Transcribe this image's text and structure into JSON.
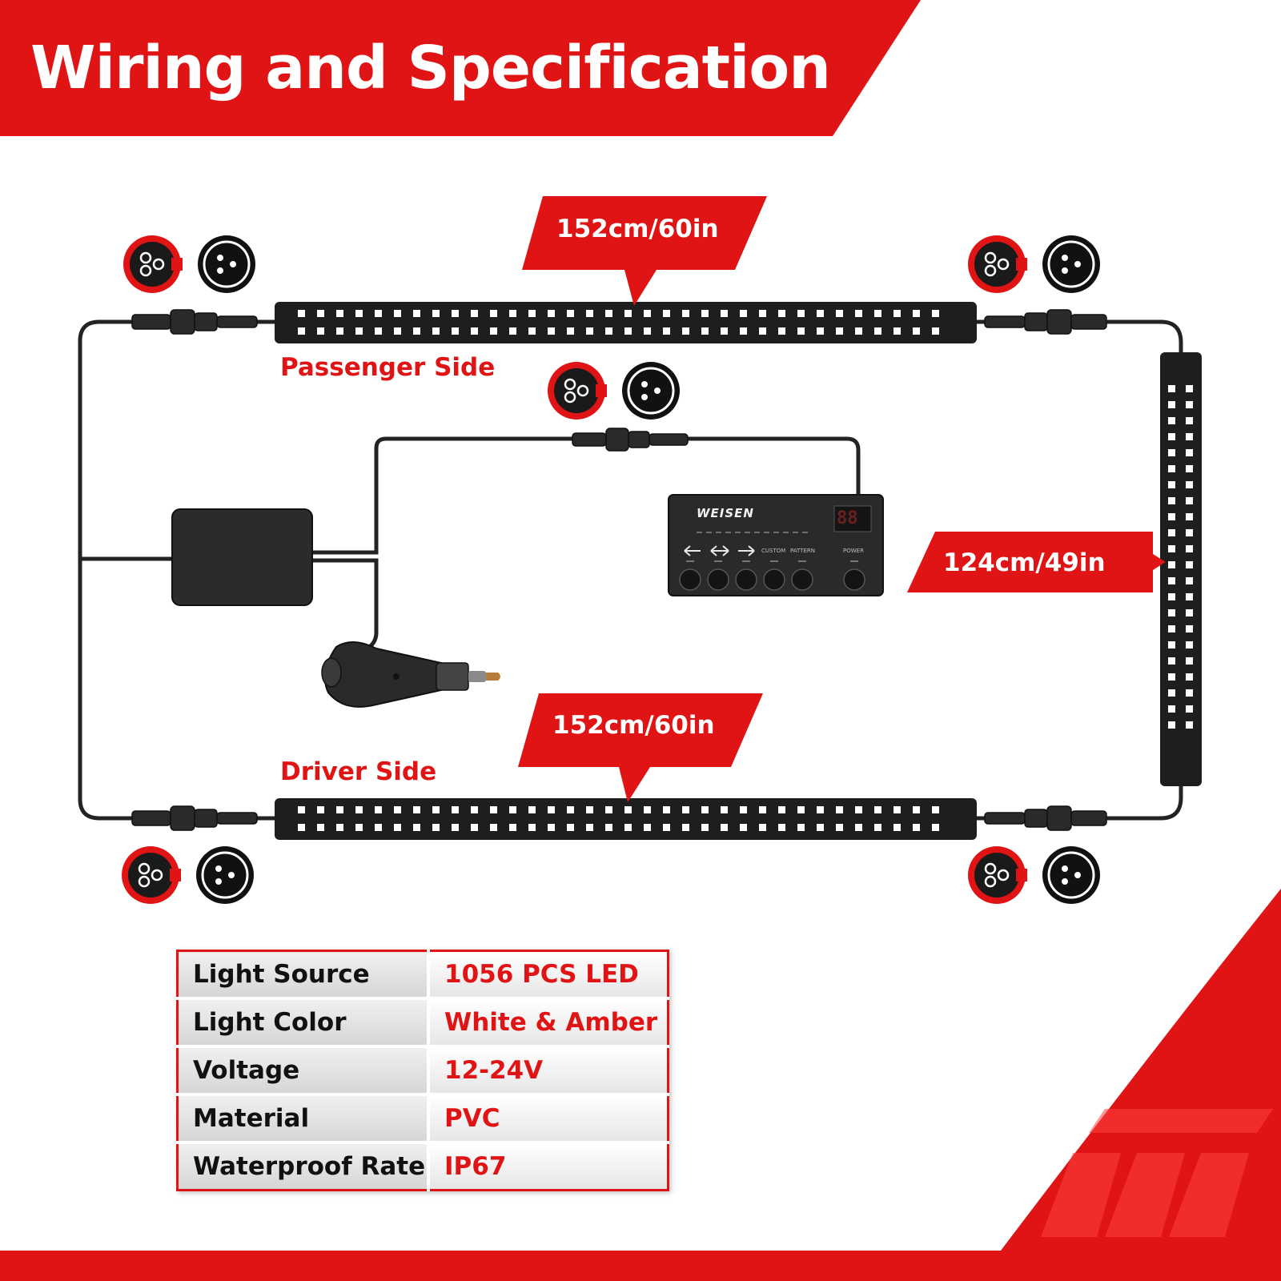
{
  "header": {
    "title": "Wiring and Specification"
  },
  "diagram": {
    "callouts": {
      "top_strip_length": "152cm/60in",
      "side_strip_length": "124cm/49in",
      "bottom_strip_length": "152cm/60in"
    },
    "labels": {
      "passenger": "Passenger Side",
      "driver": "Driver Side"
    },
    "controller": {
      "brand": "WEISEN",
      "display": "88",
      "button_labels": [
        "CUSTOM",
        "PATTERN"
      ],
      "power_label": "POWER"
    }
  },
  "specs": [
    {
      "key": "Light Source",
      "value": "1056 PCS LED"
    },
    {
      "key": "Light Color",
      "value": "White & Amber"
    },
    {
      "key": "Voltage",
      "value": "12-24V"
    },
    {
      "key": "Material",
      "value": "PVC"
    },
    {
      "key": "Waterproof Rate",
      "value": "IP67"
    }
  ],
  "colors": {
    "brand_red": "#e01414",
    "strip_black": "#1e1e1e",
    "background": "#ffffff"
  },
  "icons": [
    "female-connector-icon",
    "male-connector-icon",
    "cigarette-plug-icon",
    "brand-logo-icon"
  ]
}
